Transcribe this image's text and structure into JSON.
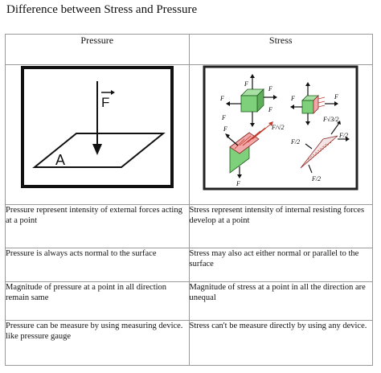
{
  "title": "Difference between Stress and Pressure",
  "table": {
    "headers": [
      "Pressure",
      "Stress"
    ],
    "rows": [
      [
        "Pressure represent intensity of external forces acting at a point",
        "Stress represent intensity of internal resisting forces develop at a point"
      ],
      [
        "Pressure is always acts normal to the surface",
        "Stress may also act either normal or parallel to the surface"
      ],
      [
        "Magnitude of pressure at a point in all direction remain same",
        "Magnitude of stress at a point in all the direction are unequal"
      ],
      [
        "Pressure can be measure by using measuring device. like pressure gauge",
        "Stress can't be measure directly by using any device."
      ]
    ]
  },
  "pressure_figure": {
    "force_label": "F",
    "area_label": "A"
  },
  "stress_figure": {
    "labels": {
      "f": "F",
      "f_sqrt2": "F/√2",
      "f_root3_2": "F√3/2",
      "f_half": "F/2"
    },
    "colors": {
      "cube": "#7ed07a",
      "arrow": "#c0392b",
      "wedge": "#f2a8a8"
    }
  }
}
